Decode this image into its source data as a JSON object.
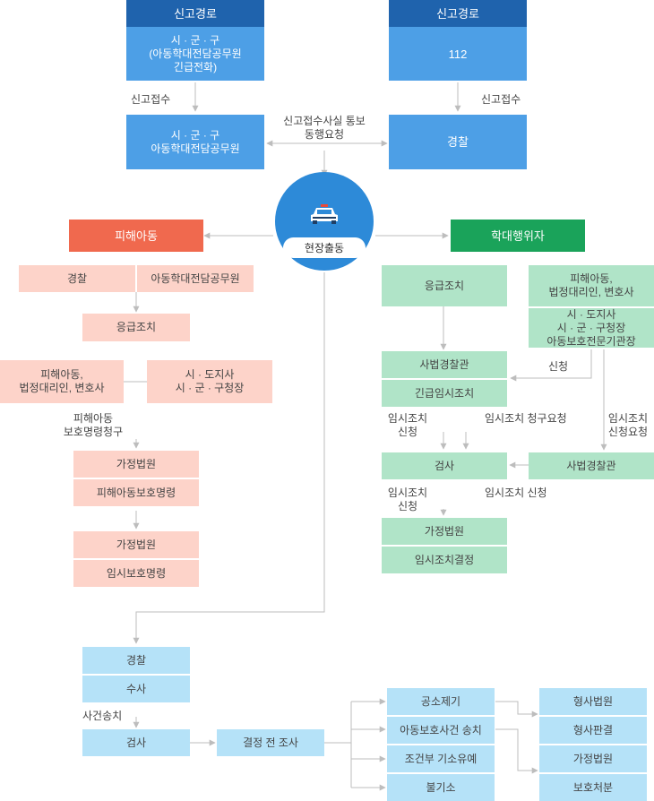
{
  "report_left": {
    "header": "신고경로",
    "source": "시 · 군 · 구\n(아동학대전담공무원\n긴급전화)",
    "accept_label": "신고접수",
    "receiver": "시 · 군 · 구\n아동학대전담공무원"
  },
  "report_right": {
    "header": "신고경로",
    "source": "112",
    "accept_label": "신고접수",
    "receiver": "경찰"
  },
  "notify_label": "신고접수사실 통보\n동행요청",
  "dispatch": {
    "label": "현장출동",
    "icon": "police-car-icon"
  },
  "victim": {
    "title": "피해아동",
    "responders": [
      "경찰",
      "아동학대전담공무원"
    ],
    "emergency": "응급조치",
    "petitioners": "피해아동,\n법정대리인, 변호사",
    "officials": "시 · 도지사\n시 · 군 · 구청장",
    "petition_label": "피해아동\n보호명령청구",
    "court1": "가정법원",
    "order1": "피해아동보호명령",
    "court2": "가정법원",
    "order2": "임시보호명령"
  },
  "abuser": {
    "title": "학대행위자",
    "emergency": "응급조치",
    "requesters": "피해아동,\n법정대리인, 변호사",
    "requesters2": "시 · 도지사\n시 · 군 · 구청장\n아동보호전문기관장",
    "judicial_police": "사법경찰관",
    "urgent": "긴급임시조치",
    "apply_label": "신청",
    "temp_apply_label1": "임시조치\n신청",
    "temp_request_label": "임시조치 청구요청",
    "temp_apply_request_label": "임시조치\n신청요청",
    "prosecutor": "검사",
    "judicial_police2": "사법경찰관",
    "temp_apply_label2": "임시조치\n신청",
    "temp_apply_label3": "임시조치 신청",
    "court": "가정법원",
    "decision": "임시조치결정"
  },
  "case": {
    "police": "경찰",
    "investigation": "수사",
    "transfer_label": "사건송치",
    "prosecutor": "검사",
    "pre_decision": "결정 전 조사",
    "outcomes": [
      "공소제기",
      "아동보호사건 송치",
      "조건부 기소유예",
      "불기소"
    ],
    "courts": [
      "형사법원",
      "형사판결",
      "가정법원",
      "보호처분"
    ]
  },
  "colors": {
    "navy": "#1f63ad",
    "blue": "#4d9fe6",
    "coral": "#f0694e",
    "pink": "#fdd3c9",
    "green": "#1aa35a",
    "light_green": "#b0e4c8",
    "sky": "#b5e2f8",
    "circle": "#2d8ad8"
  }
}
